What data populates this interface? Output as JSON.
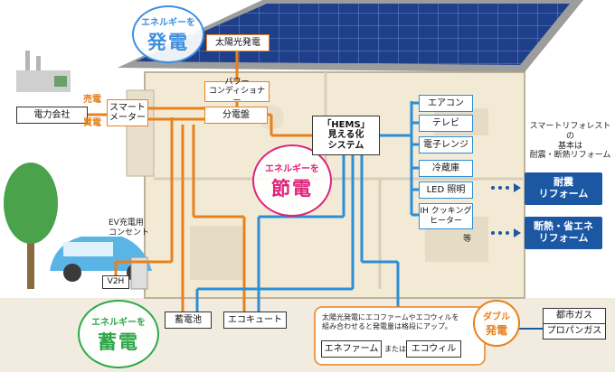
{
  "circles": {
    "generate": {
      "line1": "エネルギーを",
      "line2": "発電",
      "color": "#3d8fe0"
    },
    "save": {
      "line1": "エネルギーを",
      "line2": "節電",
      "color": "#e0237a"
    },
    "store": {
      "line1": "エネルギーを",
      "line2": "蓄電",
      "color": "#2fa84a"
    },
    "double": {
      "line1": "ダブル",
      "line2": "発電",
      "color": "#e8811c"
    }
  },
  "boxes": {
    "solar": "太陽光発電",
    "power_conditioner": "パワー\nコンディショナー",
    "distribution_board": "分電盤",
    "smart_meter": "スマート\nメーター",
    "power_company": "電力会社",
    "hems": "「HEMS」\n見える化\nシステム",
    "battery": "蓄電池",
    "ecocute": "エコキュート",
    "v2h": "V2H",
    "enefarm": "エネファーム",
    "ecowill": "エコウィル",
    "city_gas": "都市ガス",
    "propane": "プロパンガス"
  },
  "appliances": [
    "エアコン",
    "テレビ",
    "電子レンジ",
    "冷蔵庫",
    "LED 照明",
    "IH クッキング\nヒーター"
  ],
  "labels": {
    "sell": "売電",
    "buy": "買電",
    "ev_outlet": "EV充電用\nコンセント",
    "etc": "等",
    "or": "または",
    "double_note": "太陽光発電にエコファームやエコウィルを\n組み合わせると発電量は格段にアップ。",
    "reform_intro": "スマートリフォレストの\n基本は\n耐震・断熱リフォーム"
  },
  "reforms": [
    "耐震\nリフォーム",
    "断熱・省エネ\nリフォーム"
  ],
  "colors": {
    "orange_line": "#e8811c",
    "blue_line": "#2b8fd6",
    "navy": "#1b57a3"
  }
}
